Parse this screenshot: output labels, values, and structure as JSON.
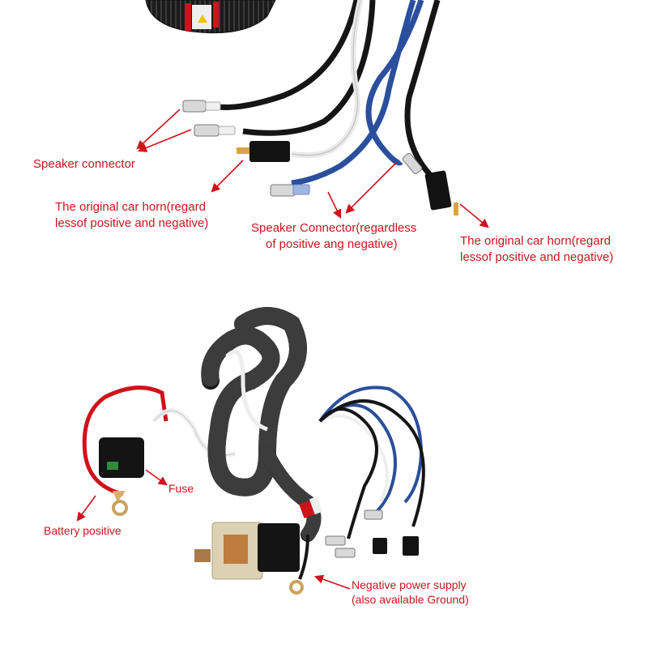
{
  "image": {
    "subject": "Car horn relay wiring harness",
    "colors": {
      "label": "#c8161d",
      "arrow": "#d0121b",
      "sleeve": "#1a1a1a",
      "wire_blue": "#2a4f9c",
      "wire_white": "#f2f2f2",
      "wire_red": "#d0121b"
    }
  },
  "labels": {
    "speaker_connector": "Speaker connector",
    "horn_left_line1": "The original car horn(regard",
    "horn_left_line2": "lessof positive and negative)",
    "speaker_connector2_line1": "Speaker Connector(regardless",
    "speaker_connector2_line2": "of positive ang negative)",
    "horn_right_line1": "The original car horn(regard",
    "horn_right_line2": "lessof positive and negative)",
    "fuse": "Fuse",
    "battery_positive": "Battery positive",
    "ground_line1": "Negative power supply",
    "ground_line2": "(also available Ground)"
  }
}
